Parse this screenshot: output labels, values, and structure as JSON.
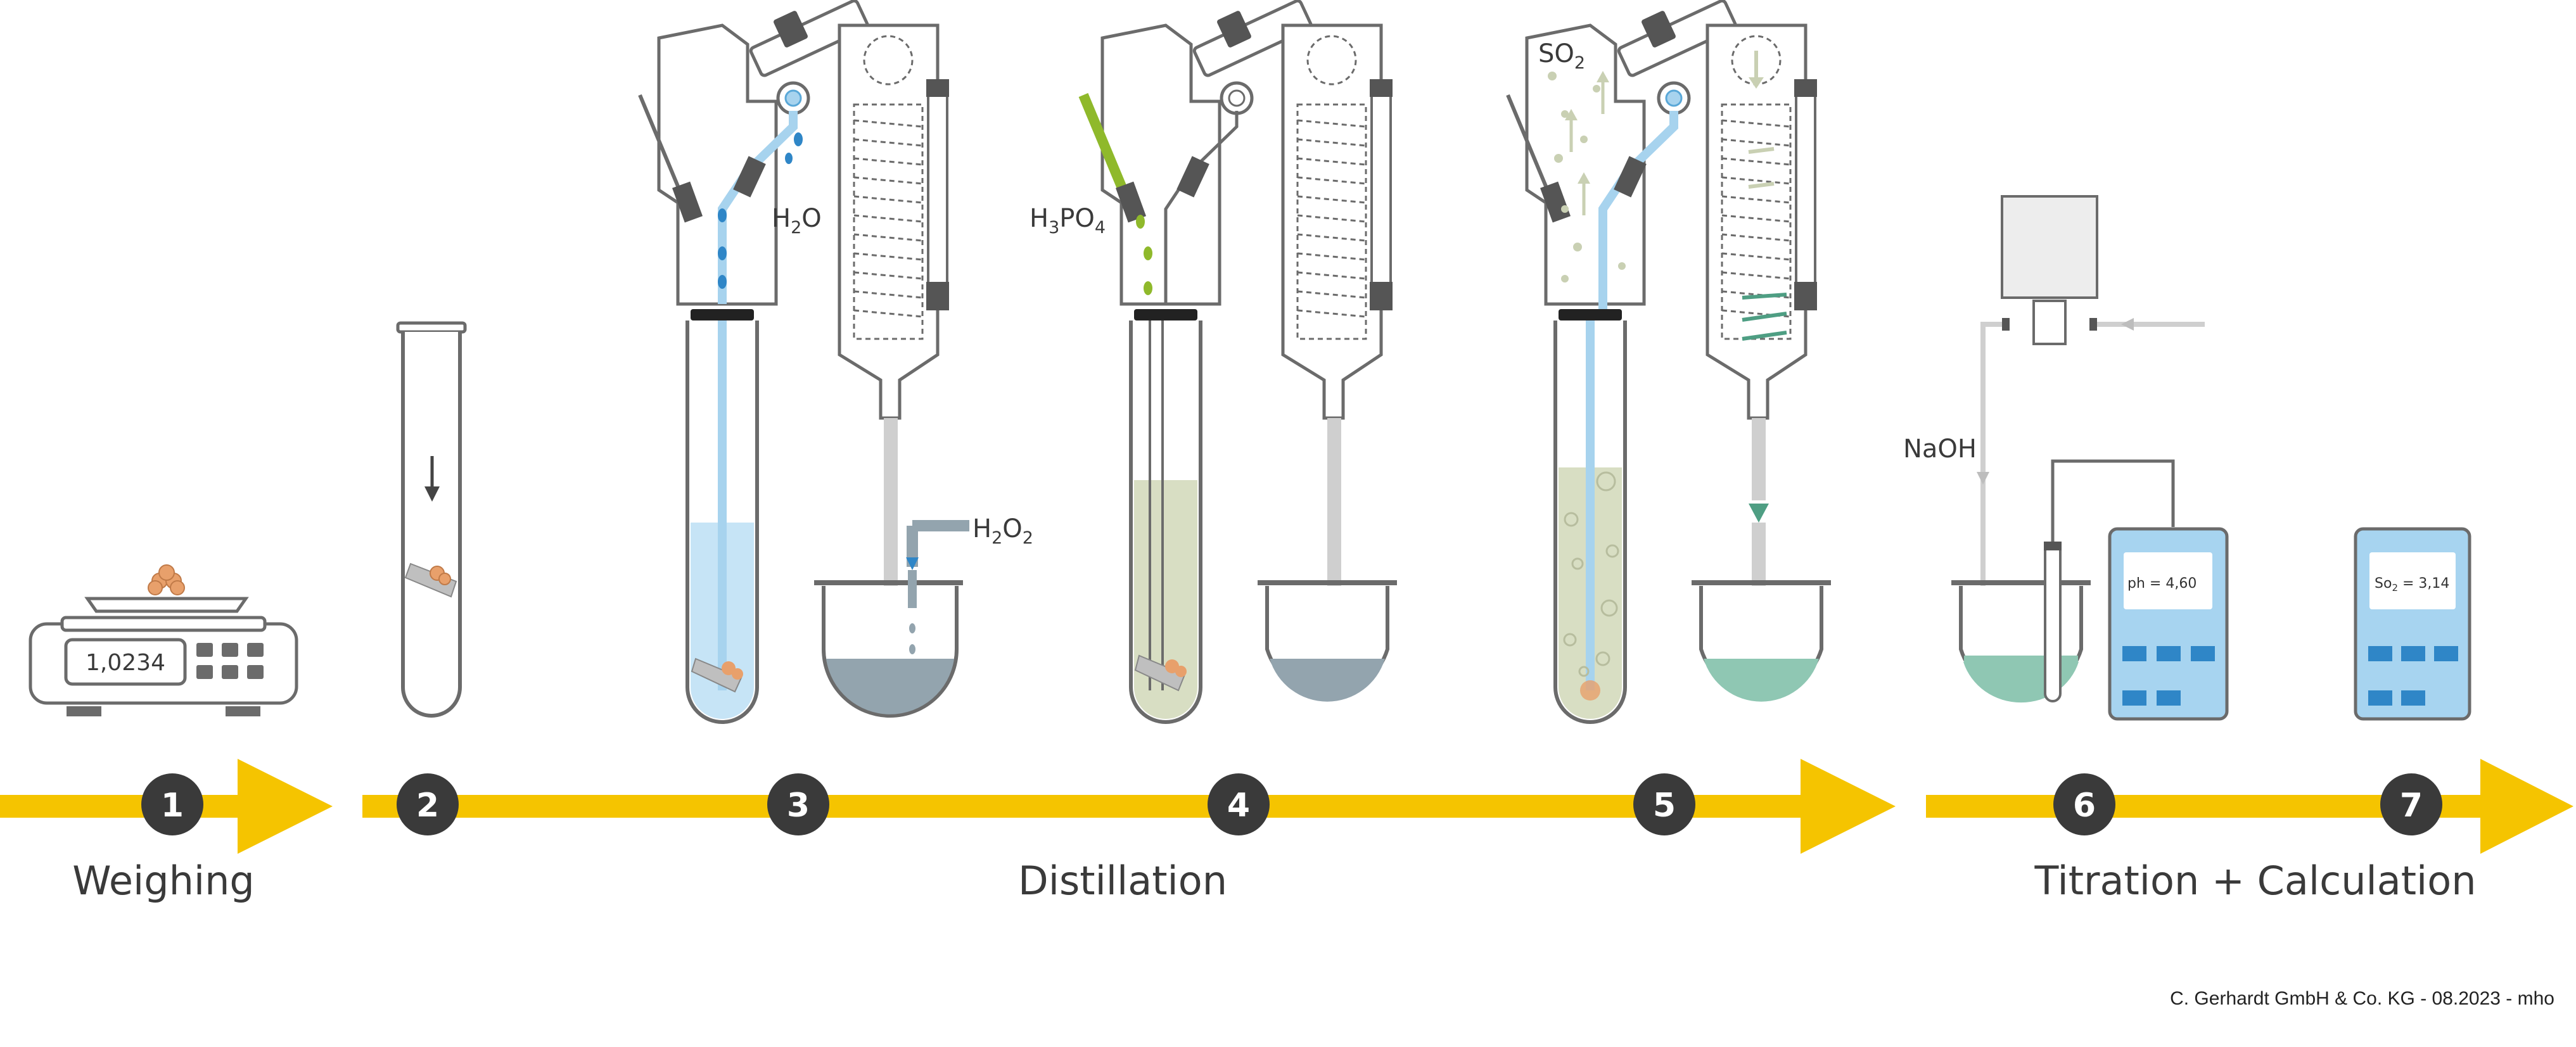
{
  "steps": {
    "s1": "1",
    "s2": "2",
    "s3": "3",
    "s4": "4",
    "s5": "5",
    "s6": "6",
    "s7": "7"
  },
  "stages": {
    "weighing": "Weighing",
    "distillation": "Distillation",
    "titration": "Titration + Calculation"
  },
  "labels": {
    "scale_value": "1,0234",
    "h2o_main": "H",
    "h2o_sub": "2",
    "h2o_end": "O",
    "h3po4_a": "H",
    "h3po4_s1": "3",
    "h3po4_b": "PO",
    "h3po4_s2": "4",
    "h2o2_a": "H",
    "h2o2_s1": "2",
    "h2o2_b": "O",
    "h2o2_s2": "2",
    "so2_a": "SO",
    "so2_s": "2",
    "naoh": "NaOH",
    "ph_display": "ph = 4,60",
    "so2_display_a": "So",
    "so2_display_s": "2",
    "so2_display_b": " = 3,14"
  },
  "copyright": "C. Gerhardt GmbH & Co. KG - 08.2023 - mho",
  "colors": {
    "arrow": "#f5c400",
    "step_circle": "#3a3a3a",
    "outline": "#6b6b6b",
    "water": "#a7d3ee",
    "acid_green": "#8fb92b",
    "sample": "#e8a06b",
    "distillate": "#93a4ae",
    "teal": "#8fc7b3",
    "meter": "#a7d4f0",
    "meter_button": "#2f86c7"
  }
}
